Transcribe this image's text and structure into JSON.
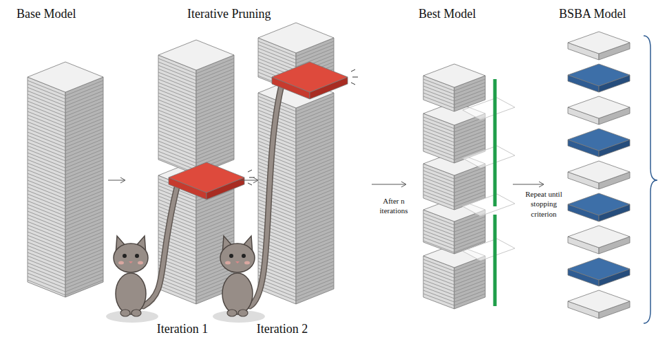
{
  "diagram": {
    "labels": [
      "Base Model",
      "Iterative Pruning",
      "Best Model",
      "BSBA Model",
      "After n iterations",
      "Repeat until stopping criterion",
      "Iteration 1",
      "Iteration 2"
    ]
  }
}
